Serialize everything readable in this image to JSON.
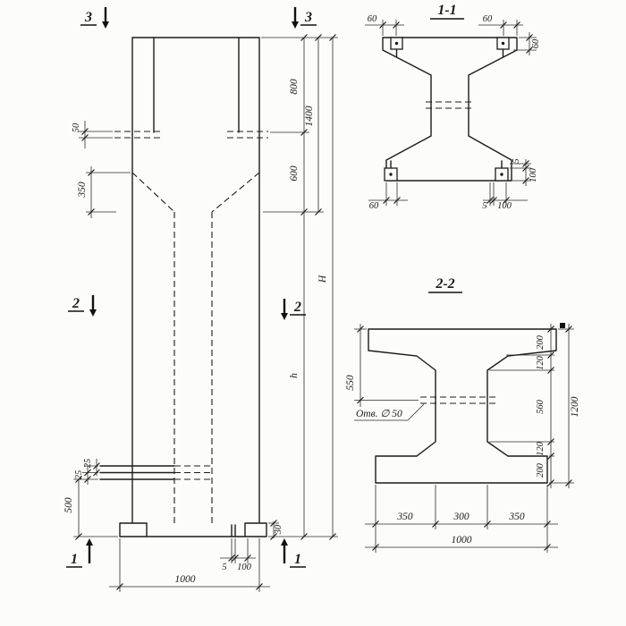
{
  "elevation": {
    "marks": {
      "top_left": "3",
      "top_right": "3",
      "mid_left": "2",
      "mid_right": "2",
      "bottom_left": "1",
      "bottom_right": "1"
    },
    "dims": {
      "plate_offset": "50",
      "haunch_height": "350",
      "top_block": "800",
      "haunch_zone": "600",
      "head_total": "1400",
      "overall_height": "H",
      "shaft_height": "h",
      "insert_upper": "25",
      "insert_lower": "25",
      "base_zone": "500",
      "base_lip": "30",
      "base_gap": "5",
      "base_plate": "100",
      "width": "1000"
    }
  },
  "section1": {
    "title": "1-1",
    "dims": {
      "top_left": "60",
      "top_right": "60",
      "side_top": "60",
      "bottom_left": "60",
      "bottom_gap": "5",
      "bottom_plate": "100",
      "side_thickness": "5",
      "side_plate": "100"
    }
  },
  "section2": {
    "title": "2-2",
    "hole_label": "Отв. ∅ 50",
    "dims": {
      "hole_depth": "550",
      "flange_top": "200",
      "haunch_top": "120",
      "web": "560",
      "haunch_bottom": "120",
      "flange_bottom": "200",
      "height": "1200",
      "bottom_left": "350",
      "bottom_mid": "300",
      "bottom_right": "350",
      "bottom_total": "1000"
    }
  }
}
